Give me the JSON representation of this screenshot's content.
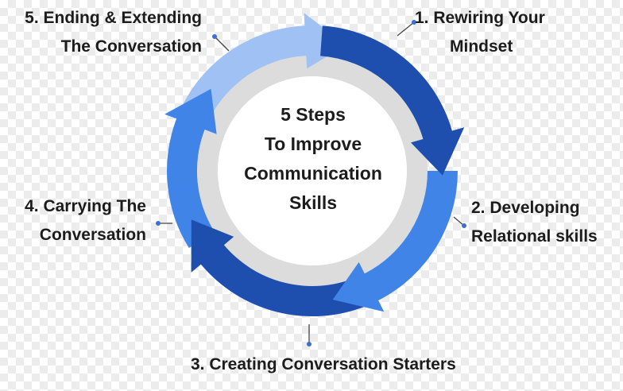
{
  "title_lines": [
    "5 Steps",
    "To Improve",
    "Communication",
    "Skills"
  ],
  "steps": [
    {
      "lines": [
        "1.   Rewiring Your",
        "Mindset"
      ],
      "color": "#1f4fae"
    },
    {
      "lines": [
        "2.  Developing",
        "Relational skills"
      ],
      "color": "#3f84e6"
    },
    {
      "lines": [
        "3.  Creating Conversation Starters"
      ],
      "color": "#1f4fae"
    },
    {
      "lines": [
        "4.  Carrying The",
        "Conversation"
      ],
      "color": "#3f84e6"
    },
    {
      "lines": [
        "5.  Ending & Extending",
        "The Conversation"
      ],
      "color": "#9fc1f3"
    }
  ],
  "colors": {
    "dark_blue": "#1f4fae",
    "mid_blue": "#3f84e6",
    "light_blue": "#9fc1f3",
    "inner_ring": "#dcdcdc",
    "connector": "#444444",
    "connector_dot": "#3b6fd1"
  }
}
